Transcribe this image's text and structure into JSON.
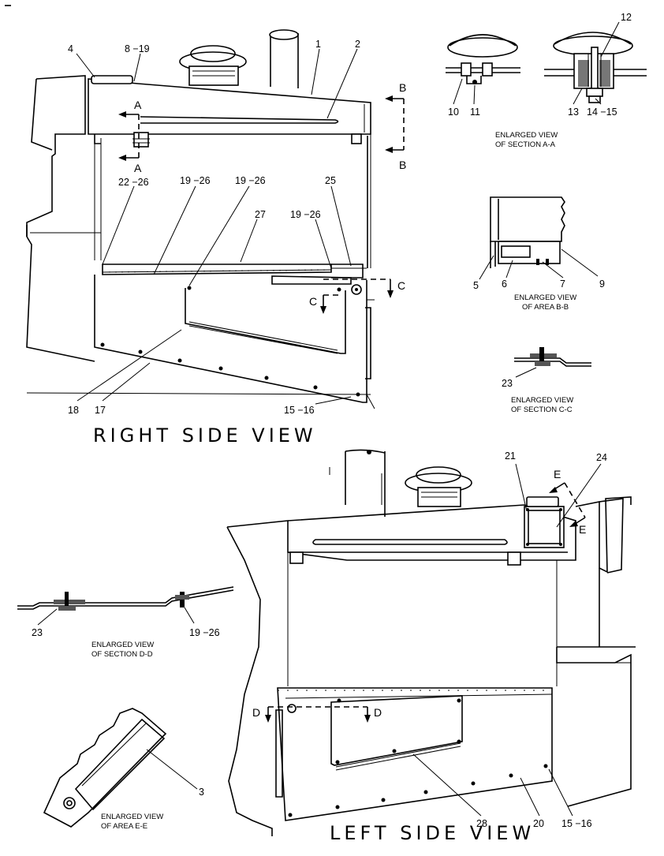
{
  "views": {
    "right_side": {
      "title": "RIGHT SIDE VIEW"
    },
    "left_side": {
      "title": "LEFT SIDE VIEW"
    }
  },
  "enlarged_views": {
    "section_a": [
      "ENLARGED VIEW",
      "OF SECTION A-A"
    ],
    "area_b": [
      "ENLARGED VIEW",
      "OF AREA B-B"
    ],
    "section_c": [
      "ENLARGED VIEW",
      "OF SECTION C-C"
    ],
    "section_d": [
      "ENLARGED VIEW",
      "OF SECTION D-D"
    ],
    "area_e": [
      "ENLARGED VIEW",
      "OF AREA E-E"
    ]
  },
  "section_markers": {
    "a_top": "A",
    "a_bottom": "A",
    "b_top": "B",
    "b_bottom": "B",
    "c_right": "C",
    "c_left": "C",
    "d_left": "D",
    "d_right": "D",
    "e_top": "E",
    "e_bottom": "E"
  },
  "callouts": {
    "right": {
      "c4": "4",
      "c8_19": "8 −19",
      "c1": "1",
      "c2": "2",
      "c22_26": "22 −26",
      "c19_26_a": "19 −26",
      "c19_26_b": "19 −26",
      "c25": "25",
      "c27": "27",
      "c19_26_c": "19 −26",
      "c18": "18",
      "c17": "17",
      "c15_16": "15 −16"
    },
    "section_a": {
      "c10": "10",
      "c11": "11",
      "c12": "12",
      "c13": "13",
      "c14_15": "14 −15"
    },
    "area_b": {
      "c5": "5",
      "c6": "6",
      "c7": "7",
      "c9": "9"
    },
    "section_c": {
      "c23": "23"
    },
    "left": {
      "c21": "21",
      "c24": "24",
      "c28": "28",
      "c20": "20",
      "c15_16": "15 −16"
    },
    "section_d": {
      "c23": "23",
      "c19_26": "19 −26"
    },
    "area_e": {
      "c3": "3"
    }
  }
}
